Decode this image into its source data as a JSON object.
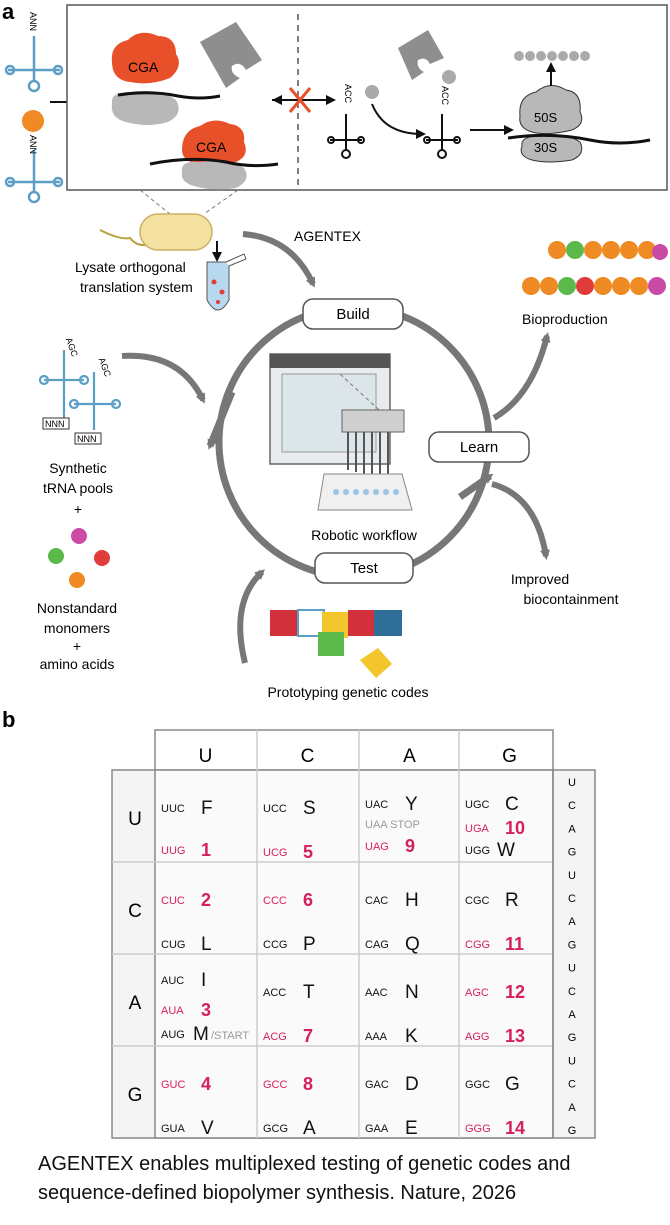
{
  "panel_a": {
    "letter": "a",
    "agentex": "AGENTEX",
    "lysate_label": "Lysate orthogonal",
    "lysate_label2": "translation system",
    "build": "Build",
    "learn": "Learn",
    "test": "Test",
    "robotic_workflow": "Robotic workflow",
    "bioproduction": "Bioproduction",
    "improved_label": "Improved",
    "improved_label2": "biocontainment",
    "synthetic_label": "Synthetic",
    "synthetic_label2": "tRNA pools",
    "plus1": "+",
    "nonstandard_label": "Nonstandard",
    "nonstandard_label2": "monomers",
    "plus2": "+",
    "amino_label": "amino acids",
    "prototyping": "Prototyping genetic codes",
    "inset": {
      "cga_top": "CGA",
      "cga_bottom": "CGA",
      "ribo_50s": "50S",
      "ribo_30s": "30S",
      "acc1": "ACC",
      "acc2": "ACC",
      "ann1": "ANN",
      "ann2": "ANN"
    },
    "trna_pool": {
      "agc1": "AGC",
      "agc2": "AGC",
      "nnn1": "NNN",
      "nnn2": "NNN"
    },
    "colors": {
      "orange": "#f08a24",
      "red_ribosome": "#e8502a",
      "gray_ribosome": "#b8b8b8",
      "trna_blue": "#5b9fc6",
      "arrow_gray": "#777777",
      "green": "#5bb84a",
      "red": "#e23b3b",
      "magenta": "#c94ba6",
      "yellow": "#f2c62c"
    }
  },
  "panel_b": {
    "letter": "b",
    "col_headers": [
      "U",
      "C",
      "A",
      "G"
    ],
    "row_headers": [
      "U",
      "C",
      "A",
      "G"
    ],
    "third_bases": [
      "U",
      "C",
      "A",
      "G",
      "U",
      "C",
      "A",
      "G",
      "U",
      "C",
      "A",
      "G",
      "U",
      "C",
      "A",
      "G"
    ],
    "cells": [
      [
        {
          "c1": "UUC",
          "a1": "F",
          "c2": "UUG",
          "n2": "1"
        },
        {
          "c1": "UCC",
          "a1": "S",
          "c2": "UCG",
          "n2": "5"
        },
        {
          "c1": "UAC",
          "a1": "Y",
          "stop": "UAA  STOP",
          "c2": "UAG",
          "n2": "9"
        },
        {
          "c1": "UGC",
          "a1": "C",
          "c2": "UGA",
          "n2": "10",
          "c3": "UGG",
          "a3": "W"
        }
      ],
      [
        {
          "c1": "CUC",
          "n1": "2",
          "c2": "CUG",
          "a2": "L"
        },
        {
          "c1": "CCC",
          "n1": "6",
          "c2": "CCG",
          "a2": "P"
        },
        {
          "c1": "CAC",
          "a1": "H",
          "c2": "CAG",
          "a2": "Q"
        },
        {
          "c1": "CGC",
          "a1": "R",
          "c2": "CGG",
          "n2": "11"
        }
      ],
      [
        {
          "c1": "AUC",
          "a1": "I",
          "c2": "AUA",
          "n2": "3",
          "c3": "AUG",
          "a3": "M",
          "start": "/START"
        },
        {
          "c1": "ACC",
          "a1": "T",
          "c2": "ACG",
          "n2": "7"
        },
        {
          "c1": "AAC",
          "a1": "N",
          "c2": "AAA",
          "a2": "K"
        },
        {
          "c1": "AGC",
          "n1": "12",
          "c2": "AGG",
          "n2": "13"
        }
      ],
      [
        {
          "c1": "GUC",
          "n1": "4",
          "c2": "GUA",
          "a2": "V"
        },
        {
          "c1": "GCC",
          "n1": "8",
          "c2": "GCG",
          "a2": "A"
        },
        {
          "c1": "GAC",
          "a1": "D",
          "c2": "GAA",
          "a2": "E"
        },
        {
          "c1": "GGC",
          "a1": "G",
          "c2": "GGG",
          "n2": "14"
        }
      ]
    ]
  },
  "caption": {
    "line1": "AGENTEX enables multiplexed testing of genetic codes and",
    "line2": "sequence-defined biopolymer synthesis. Nature, 2026"
  }
}
